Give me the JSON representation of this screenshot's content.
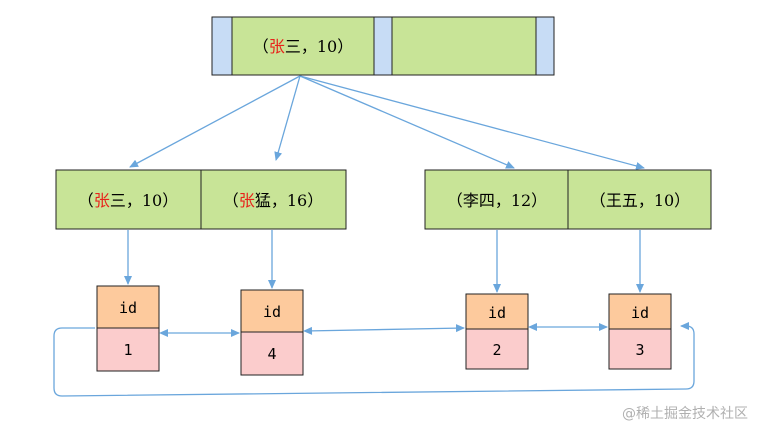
{
  "colors": {
    "node_fill": "#c8e497",
    "separator_fill": "#c7dcf5",
    "id_fill": "#fdca9d",
    "val_fill": "#fbcccc",
    "highlight": "#e8231b",
    "arrow": "#6aa6dc"
  },
  "root": {
    "entry": {
      "open": "（",
      "hl": "张",
      "rest": "三，10）"
    }
  },
  "level2": [
    {
      "open": "（",
      "hl": "张",
      "rest": "三，10）"
    },
    {
      "open": "（",
      "hl": "张",
      "rest": "猛，16）"
    },
    {
      "open": "（",
      "hl": "",
      "rest": "李四，12）"
    },
    {
      "open": "（",
      "hl": "",
      "rest": "王五，10）"
    }
  ],
  "leaves": [
    {
      "key": "id",
      "value": "1"
    },
    {
      "key": "id",
      "value": "4"
    },
    {
      "key": "id",
      "value": "2"
    },
    {
      "key": "id",
      "value": "3"
    }
  ],
  "watermark": "@稀土掘金技术社区"
}
